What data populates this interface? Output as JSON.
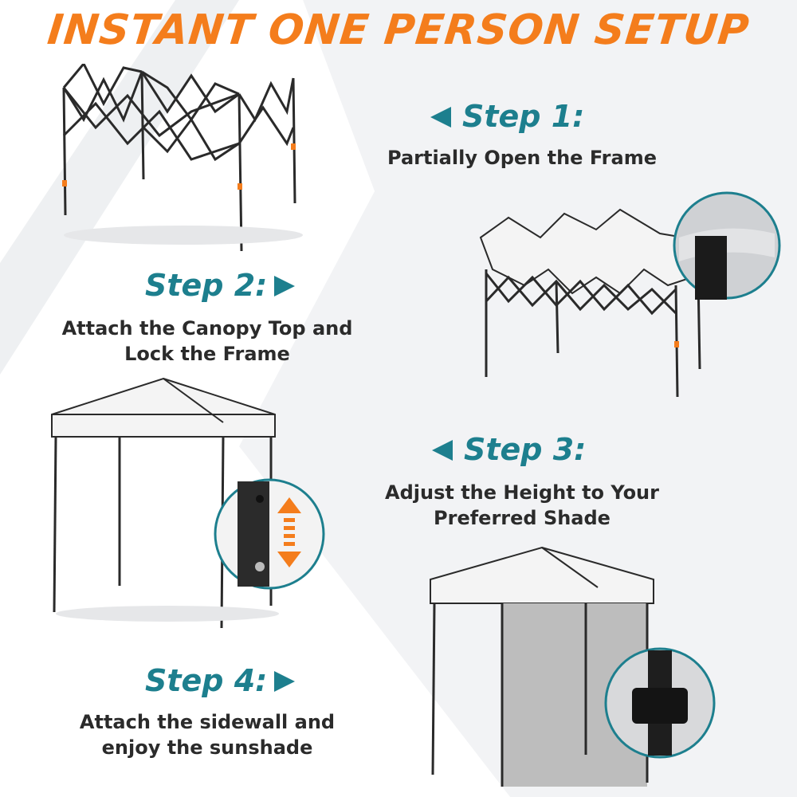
{
  "title": "INSTANT ONE PERSON SETUP",
  "colors": {
    "accent": "#f47d1c",
    "heading": "#1d7f8e",
    "text": "#2b2b2b",
    "frame": "#2a2a2a",
    "canopy": "#f1f1f1",
    "sidewall": "#bdbdbd"
  },
  "steps": [
    {
      "heading": "Step 1:",
      "desc_line1": "Partially Open the Frame",
      "desc_line2": "",
      "arrow": "left-triangle-icon"
    },
    {
      "heading": "Step 2:",
      "desc_line1": "Attach the Canopy Top and",
      "desc_line2": "Lock the Frame",
      "arrow": "right-triangle-icon"
    },
    {
      "heading": "Step 3:",
      "desc_line1": "Adjust the Height to Your",
      "desc_line2": "Preferred Shade",
      "arrow": "left-triangle-icon"
    },
    {
      "heading": "Step 4:",
      "desc_line1": "Attach the sidewall and",
      "desc_line2": "enjoy the sunshade",
      "arrow": "right-triangle-icon"
    }
  ]
}
